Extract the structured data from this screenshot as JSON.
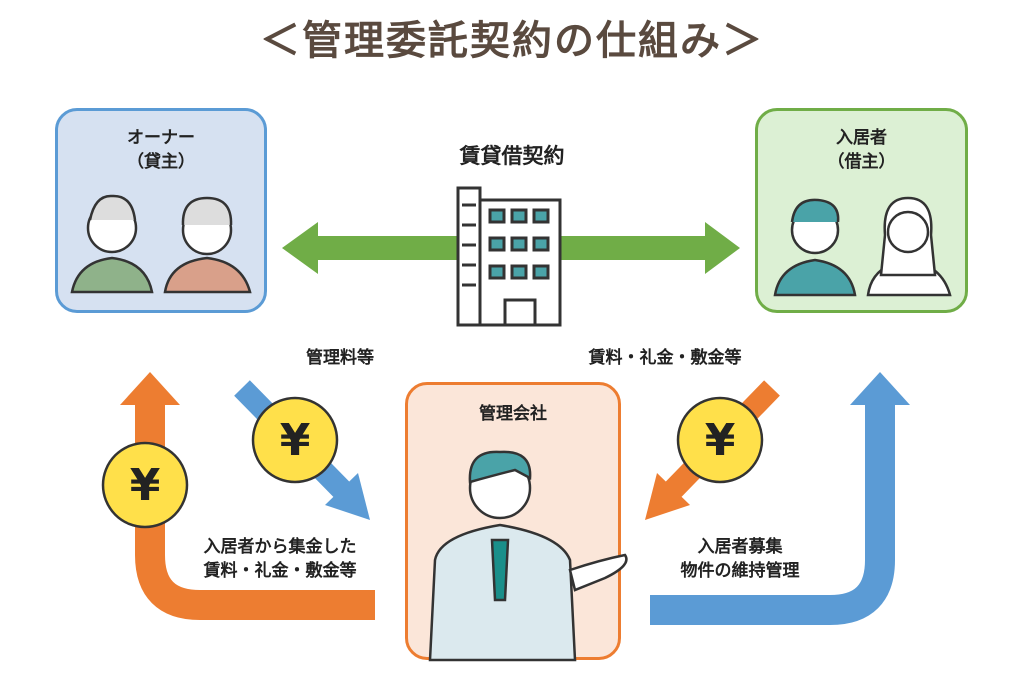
{
  "title": "＜管理委託契約の仕組み＞",
  "owner": {
    "line1": "オーナー",
    "line2": "（貸主）"
  },
  "tenant": {
    "line1": "入居者",
    "line2": "（借主）"
  },
  "contract_label": "賃貸借契約",
  "management": {
    "label": "管理会社"
  },
  "fee_label": "管理料等",
  "rent_label": "賃料・礼金・敷金等",
  "collected": {
    "line1": "入居者から集金した",
    "line2": "賃料・礼金・敷金等"
  },
  "services": {
    "line1": "入居者募集",
    "line2": "物件の維持管理"
  },
  "coin_symbol": "¥",
  "colors": {
    "green": "#70ad47",
    "orange": "#ed7d31",
    "blue": "#5b9bd5",
    "coin": "#ffe04a"
  }
}
